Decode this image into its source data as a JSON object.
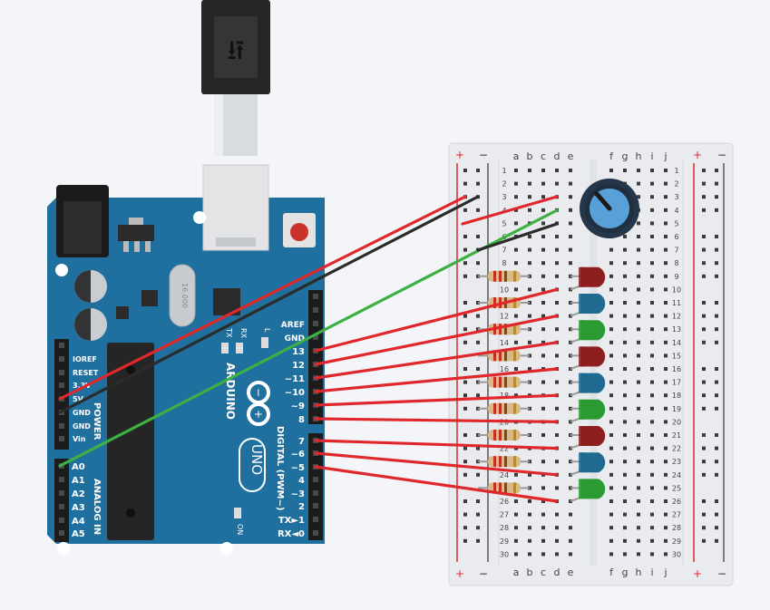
{
  "usb": {
    "symbol": "⭿"
  },
  "arduino": {
    "brand": "ARDUINO",
    "model": "UNO",
    "crystal": "16.000",
    "on_label": "ON",
    "tx_label": "TX",
    "rx_label": "RX",
    "l_label": "L",
    "power_title": "POWER",
    "analog_title": "ANALOG IN",
    "digital_title": "DIGITAL (PWM~)",
    "power_pins": [
      "IOREF",
      "RESET",
      "3.3V",
      "5V",
      "GND",
      "GND",
      "Vin"
    ],
    "analog_pins": [
      "A0",
      "A1",
      "A2",
      "A3",
      "A4",
      "A5"
    ],
    "digital_top": [
      "AREF",
      "GND",
      "13",
      "12",
      "~11",
      "~10",
      "~9",
      "8"
    ],
    "digital_bottom": [
      "7",
      "~6",
      "~5",
      "4",
      "~3",
      "2",
      "TX►1",
      "RX◄0"
    ],
    "board_color": "#1f6f9f"
  },
  "breadboard": {
    "columns_left": [
      "a",
      "b",
      "c",
      "d",
      "e"
    ],
    "columns_right": [
      "f",
      "g",
      "h",
      "i",
      "j"
    ],
    "rows": [
      "1",
      "2",
      "3",
      "4",
      "5",
      "6",
      "7",
      "8",
      "9",
      "10",
      "11",
      "12",
      "13",
      "14",
      "15",
      "16",
      "17",
      "18",
      "19",
      "20",
      "21",
      "22",
      "23",
      "24",
      "25",
      "26",
      "27",
      "28",
      "29",
      "30"
    ],
    "plus": "+",
    "minus": "−"
  },
  "leds": [
    "red",
    "blue",
    "green",
    "red",
    "blue",
    "green",
    "red",
    "blue",
    "green"
  ],
  "colors": {
    "wire_red": "#e0282c",
    "wire_black": "#2b2b2b",
    "wire_green": "#3cb043",
    "led_red": "#8e1f1f",
    "led_blue": "#1f6b8f",
    "led_green": "#2a9a32",
    "pot_knob": "#5aa0d8"
  }
}
